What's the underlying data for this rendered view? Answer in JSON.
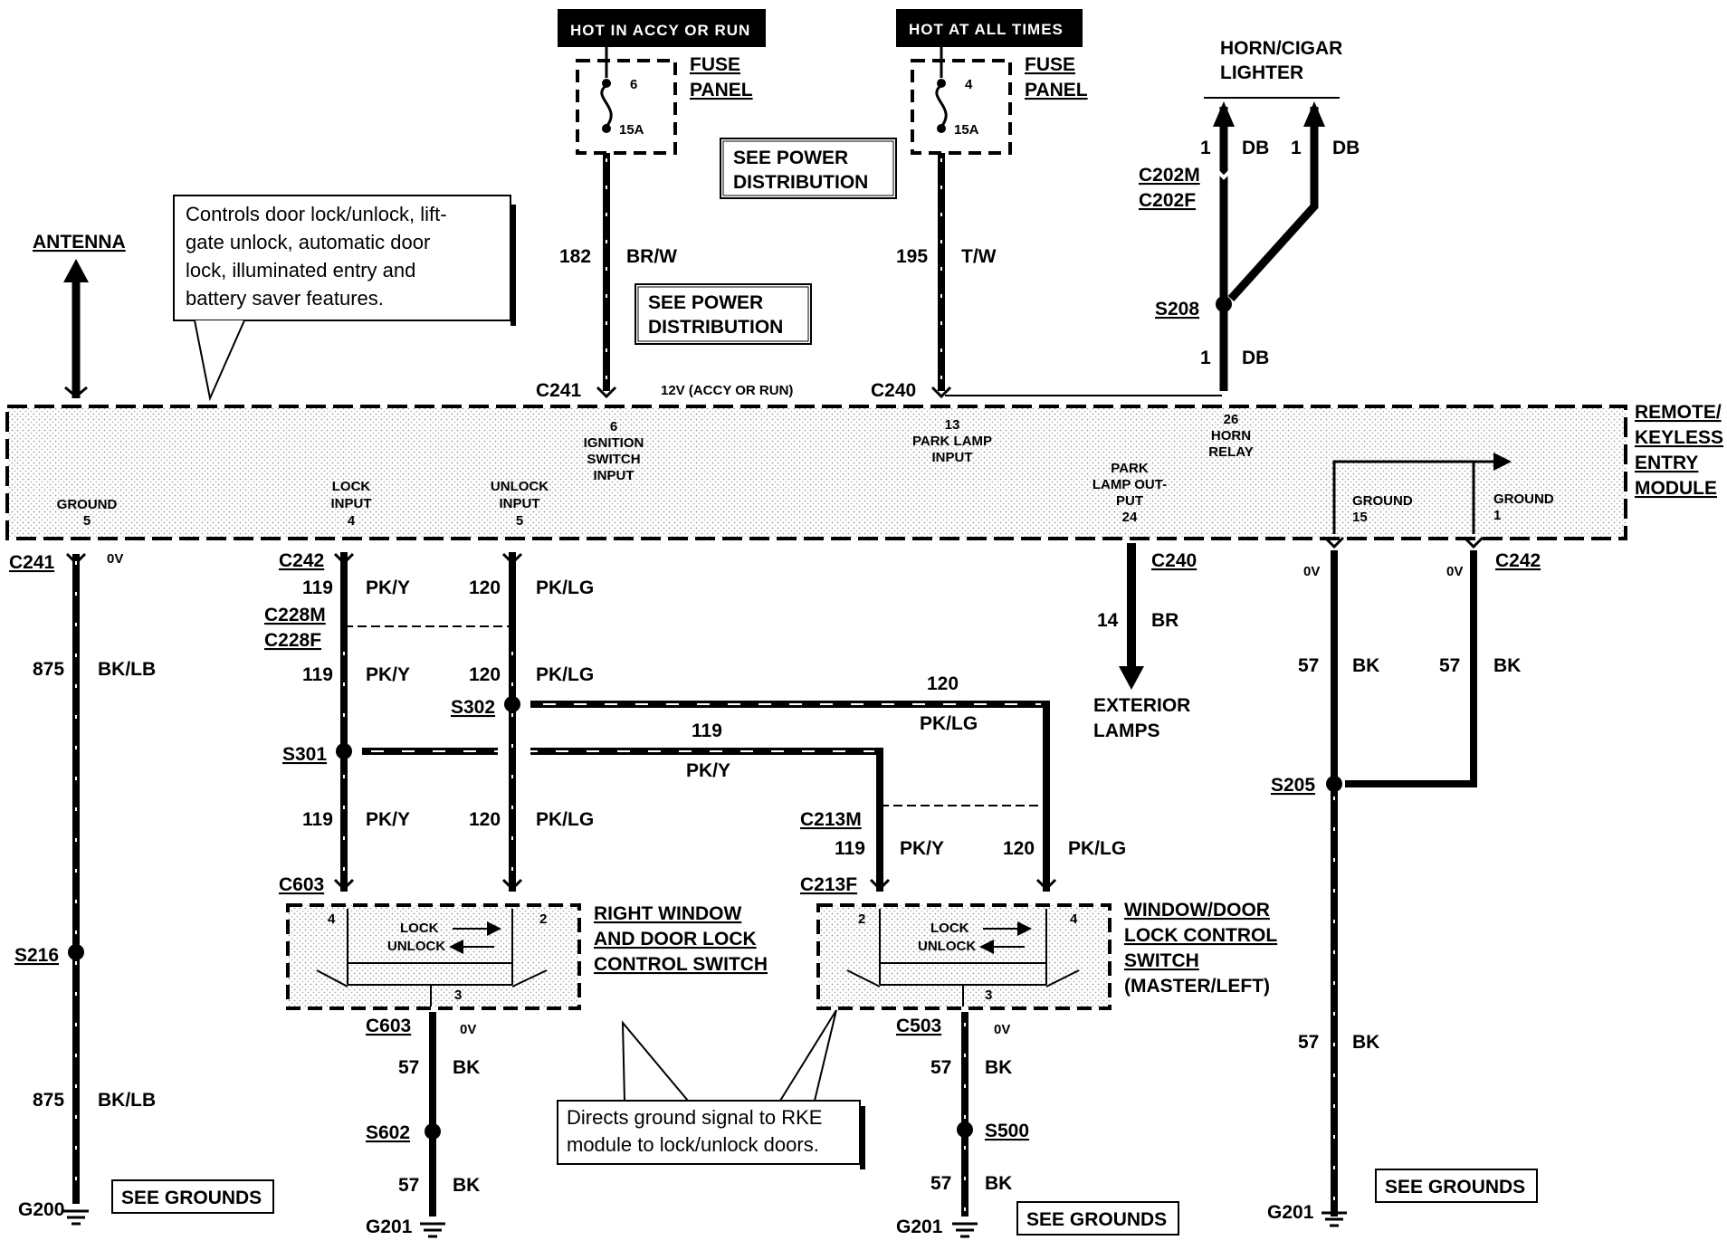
{
  "banners": {
    "accy_run": "HOT IN ACCY OR RUN",
    "all_times": "HOT AT ALL TIMES"
  },
  "fuses": {
    "left": {
      "title1": "FUSE",
      "title2": "PANEL",
      "number": "6",
      "rating": "15A"
    },
    "right": {
      "title1": "FUSE",
      "title2": "PANEL",
      "number": "4",
      "rating": "15A"
    }
  },
  "see_power": {
    "line1": "SEE POWER",
    "line2": "DISTRIBUTION"
  },
  "see_grounds": "SEE GROUNDS",
  "horn_cigar": {
    "line1": "HORN/CIGAR",
    "line2": "LIGHTER"
  },
  "antenna": "ANTENNA",
  "callouts": {
    "module_note": [
      "Controls door lock/unlock, lift-",
      "gate unlock, automatic door",
      "lock, illuminated entry and",
      "battery saver features."
    ],
    "switch_note": [
      "Directs ground signal to RKE",
      "module to lock/unlock doors."
    ]
  },
  "module": {
    "title": [
      "REMOTE/",
      "KEYLESS",
      "ENTRY",
      "MODULE"
    ],
    "voltage_note": "12V (ACCY OR RUN)",
    "pins": {
      "ground5": [
        "GROUND",
        "5"
      ],
      "lock": [
        "LOCK",
        "INPUT",
        "4"
      ],
      "unlock": [
        "UNLOCK",
        "INPUT",
        "5"
      ],
      "ignition": [
        "6",
        "IGNITION",
        "SWITCH",
        "INPUT"
      ],
      "park_in": [
        "13",
        "PARK LAMP",
        "INPUT"
      ],
      "park_out": [
        "PARK",
        "LAMP OUT-",
        "PUT",
        "24"
      ],
      "horn": [
        "26",
        "HORN",
        "RELAY"
      ],
      "ground15": [
        "GROUND",
        "15"
      ],
      "ground1": [
        "GROUND",
        "1"
      ]
    }
  },
  "connectors": {
    "c241": "C241",
    "c240": "C240",
    "c242": "C242",
    "c228m": "C228M",
    "c228f": "C228F",
    "c202m": "C202M",
    "c202f": "C202F",
    "c213f": "C213F",
    "c213m": "C213M",
    "c603": "C603",
    "c503": "C503"
  },
  "splices": {
    "s208": "S208",
    "s216": "S216",
    "s301": "S301",
    "s302": "S302",
    "s205": "S205",
    "s602": "S602",
    "s500": "S500"
  },
  "grounds": {
    "g200": "G200",
    "g201": "G201"
  },
  "voltage": "0V",
  "wires": {
    "w182": {
      "num": "182",
      "color": "BR/W"
    },
    "w195": {
      "num": "195",
      "color": "T/W"
    },
    "w1": {
      "num": "1",
      "color": "DB"
    },
    "w875": {
      "num": "875",
      "color": "BK/LB"
    },
    "w119": {
      "num": "119",
      "color": "PK/Y"
    },
    "w120": {
      "num": "120",
      "color": "PK/LG"
    },
    "w14": {
      "num": "14",
      "color": "BR"
    },
    "w57": {
      "num": "57",
      "color": "BK"
    }
  },
  "exterior_lamps": {
    "line1": "EXTERIOR",
    "line2": "LAMPS"
  },
  "switches": {
    "right": {
      "title": [
        "RIGHT WINDOW",
        "AND DOOR LOCK",
        "CONTROL SWITCH"
      ],
      "lock": "LOCK",
      "unlock": "UNLOCK",
      "pins": [
        "4",
        "2",
        "3"
      ]
    },
    "master": {
      "title": [
        "WINDOW/DOOR",
        "LOCK CONTROL",
        "SWITCH",
        "(MASTER/LEFT)"
      ],
      "lock": "LOCK",
      "unlock": "UNLOCK",
      "pins": [
        "2",
        "4",
        "3"
      ]
    }
  }
}
